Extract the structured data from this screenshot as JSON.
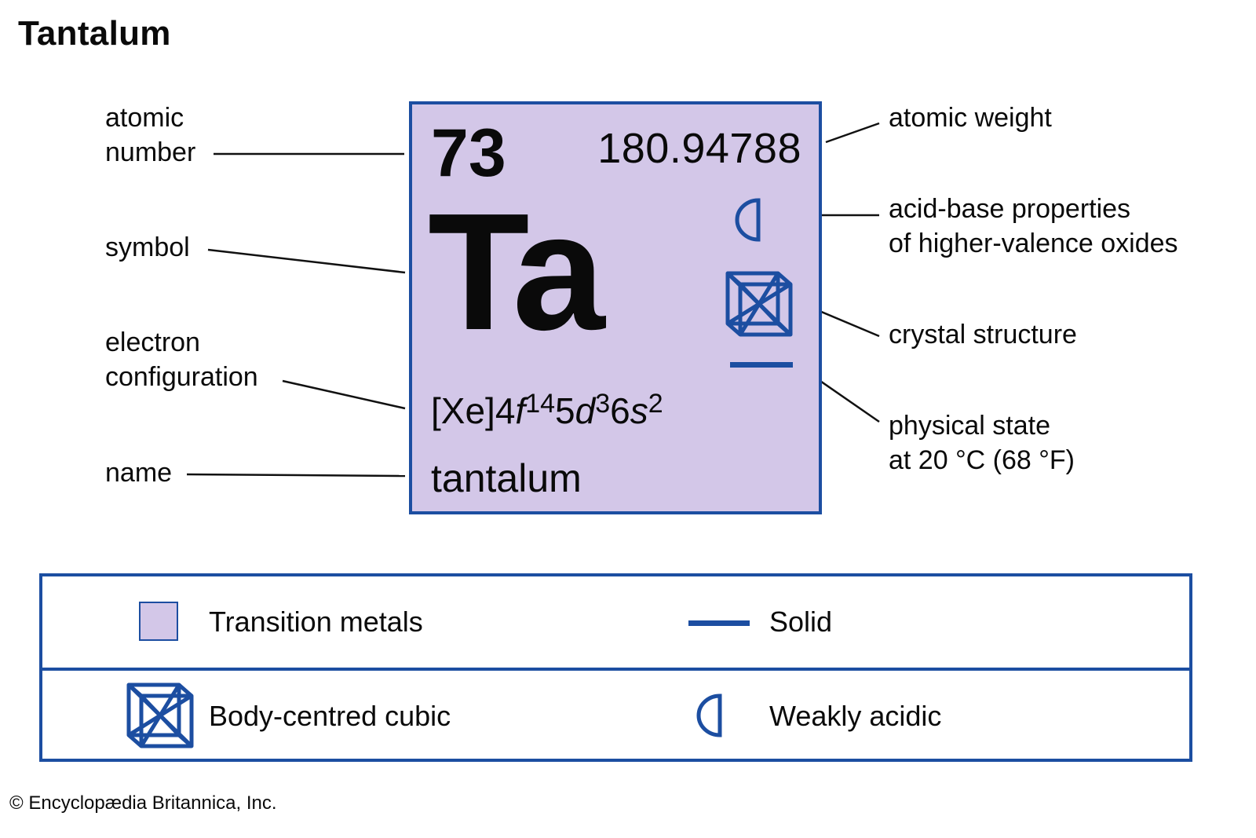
{
  "title": "Tantalum",
  "colors": {
    "border_blue": "#1c4ea1",
    "transition_metal_fill": "#d3c7e8",
    "text": "#0a0a0a"
  },
  "element": {
    "atomic_number": "73",
    "atomic_weight": "180.94788",
    "symbol": "Ta",
    "electron_configuration": {
      "core": "[Xe]",
      "parts": [
        {
          "n": "4",
          "orbital": "f",
          "electrons": "14"
        },
        {
          "n": "5",
          "orbital": "d",
          "electrons": "3"
        },
        {
          "n": "6",
          "orbital": "s",
          "electrons": "2"
        }
      ],
      "text": "[Xe]4f145d36s2"
    },
    "name": "tantalum",
    "acid_base_icon": "half-circle-weakly-acidic-icon",
    "crystal_structure_icon": "body-centred-cubic-icon",
    "physical_state_icon": "solid-bar-icon"
  },
  "left_labels": {
    "atomic_number": [
      "atomic",
      "number"
    ],
    "symbol": [
      "symbol"
    ],
    "electron_configuration": [
      "electron",
      "configuration"
    ],
    "name": [
      "name"
    ]
  },
  "right_labels": {
    "atomic_weight": [
      "atomic weight"
    ],
    "acid_base": [
      "acid-base properties",
      "of higher-valence oxides"
    ],
    "crystal_structure": [
      "crystal structure"
    ],
    "physical_state": [
      "physical state",
      "at 20 °C (68 °F)"
    ]
  },
  "legend": {
    "items": [
      {
        "icon": "transition-metal-swatch",
        "label": "Transition metals"
      },
      {
        "icon": "solid-bar-icon",
        "label": "Solid"
      },
      {
        "icon": "body-centred-cubic-icon",
        "label": "Body-centred cubic"
      },
      {
        "icon": "half-circle-weakly-acidic-icon",
        "label": "Weakly acidic"
      }
    ]
  },
  "footer": {
    "copyright": "© Encyclopædia Britannica, Inc."
  }
}
